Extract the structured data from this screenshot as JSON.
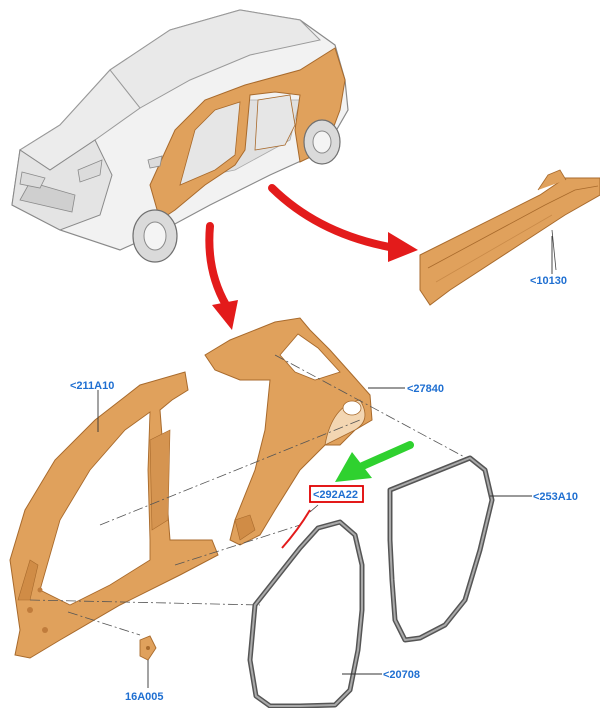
{
  "diagram": {
    "colors": {
      "part_fill": "#e0a15c",
      "part_stroke": "#a86a2c",
      "body_fill": "#f2f2f2",
      "body_stroke": "#8a8a8a",
      "label_color": "#1f6fd1",
      "arrow_red": "#e31b1b",
      "arrow_green": "#2fd12f",
      "highlight_box": "#e00000",
      "seal_color": "#555555",
      "seal_inner": "#aaaaaa"
    },
    "parts": [
      {
        "id": "rocker-panel",
        "label": "<10130"
      },
      {
        "id": "front-side-frame",
        "label": "<211A10"
      },
      {
        "id": "rear-quarter-panel",
        "label": "<27840"
      },
      {
        "id": "rear-door-seal",
        "label": "<253A10"
      },
      {
        "id": "trim-strip",
        "label": "<292A22",
        "highlighted": true
      },
      {
        "id": "front-door-seal",
        "label": "<20708"
      },
      {
        "id": "bracket",
        "label": "16A005"
      }
    ]
  }
}
